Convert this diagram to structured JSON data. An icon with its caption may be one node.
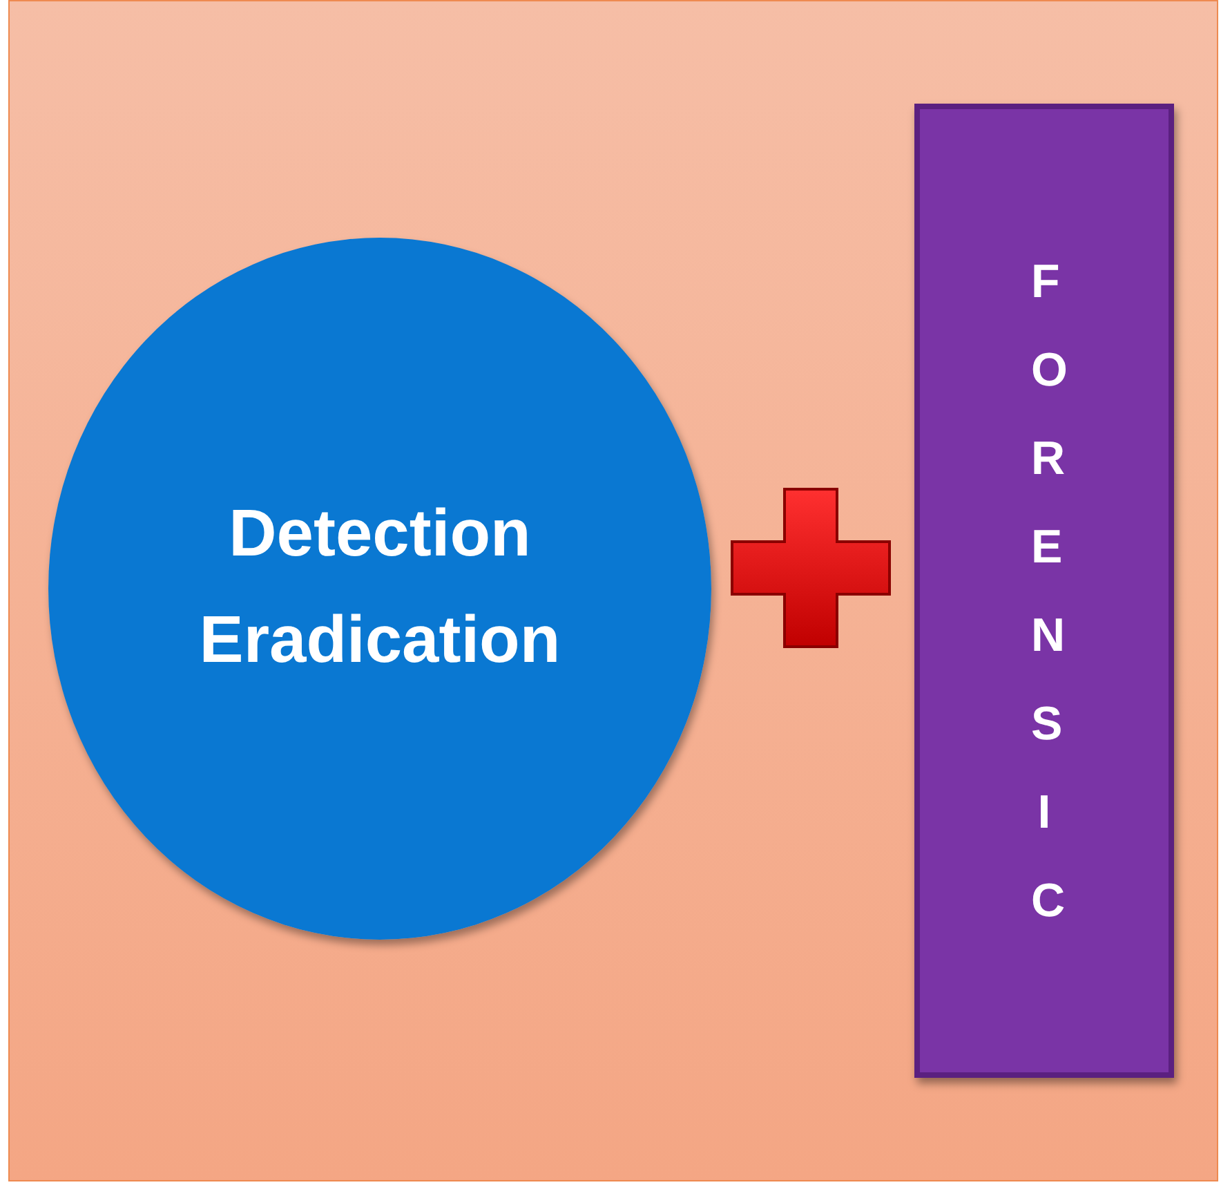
{
  "diagram": {
    "nodes": [
      {
        "text": [
          "Detection Eradication"
        ]
      },
      {
        "text": [],
        "shape": "cross"
      },
      {
        "text": [
          "FORENSIC"
        ]
      }
    ]
  }
}
